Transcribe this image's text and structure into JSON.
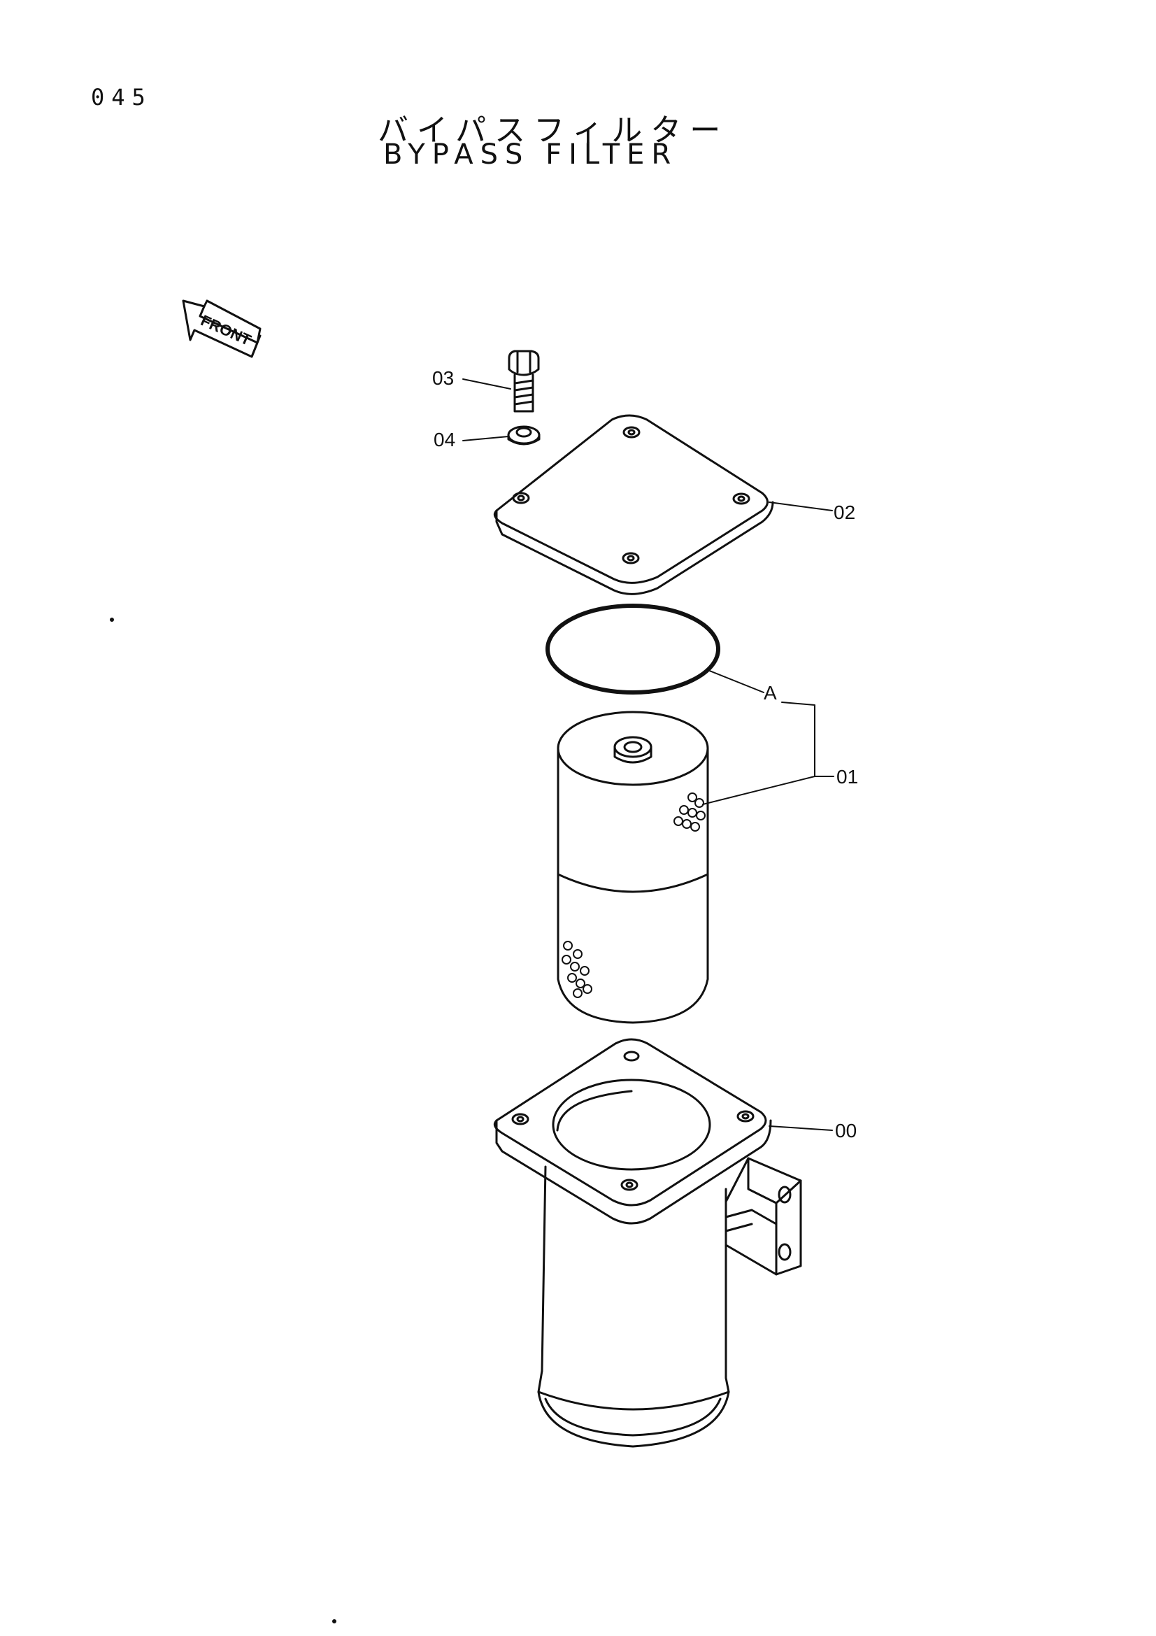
{
  "page_number": "045",
  "title_jp": "バイパスフィルター",
  "title_en": "BYPASS FILTER",
  "direction_label": "FRONT",
  "callouts": {
    "bolt": "03",
    "washer": "04",
    "cover": "02",
    "group": "A",
    "element": "01",
    "case": "00"
  }
}
